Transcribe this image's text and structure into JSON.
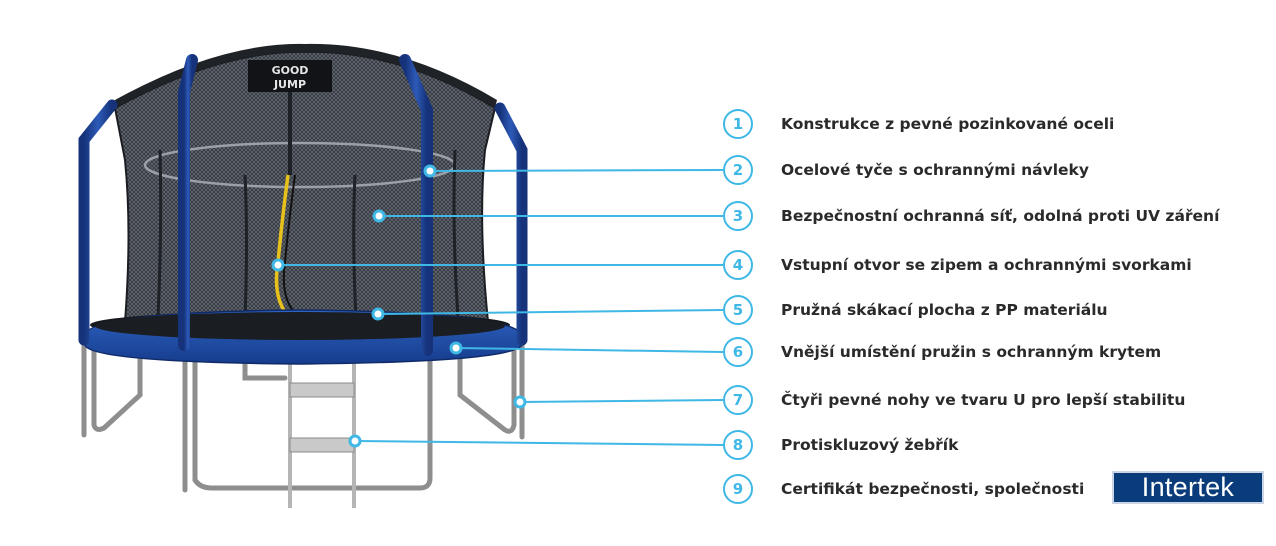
{
  "brand": {
    "logo_line1": "GOOD",
    "logo_line2": "JUMP",
    "certifier": "Intertek"
  },
  "colors": {
    "accent": "#3fb8e6",
    "pad_blue": "#1f4fa8",
    "pole_blue": "#1c3f95",
    "frame_steel": "#8e8e8e",
    "net": "#2b2f36",
    "text": "#2a2a2a",
    "intertek_blue": "#0a3b7a"
  },
  "features": [
    {
      "number": "1",
      "label": "Konstrukce z pevné pozinkované oceli"
    },
    {
      "number": "2",
      "label": "Ocelové tyče s ochrannými návleky"
    },
    {
      "number": "3",
      "label": "Bezpečnostní ochranná síť, odolná proti UV záření"
    },
    {
      "number": "4",
      "label": "Vstupní otvor se zipem a ochrannými svorkami"
    },
    {
      "number": "5",
      "label": "Pružná skákací plocha z PP materiálu"
    },
    {
      "number": "6",
      "label": "Vnější umístění pružin s ochranným krytem"
    },
    {
      "number": "7",
      "label": "Čtyři pevné nohy ve tvaru U pro lepší stabilitu"
    },
    {
      "number": "8",
      "label": "Protiskluzový žebřík"
    },
    {
      "number": "9",
      "label": "Certifikát bezpečnosti, společnosti"
    }
  ]
}
